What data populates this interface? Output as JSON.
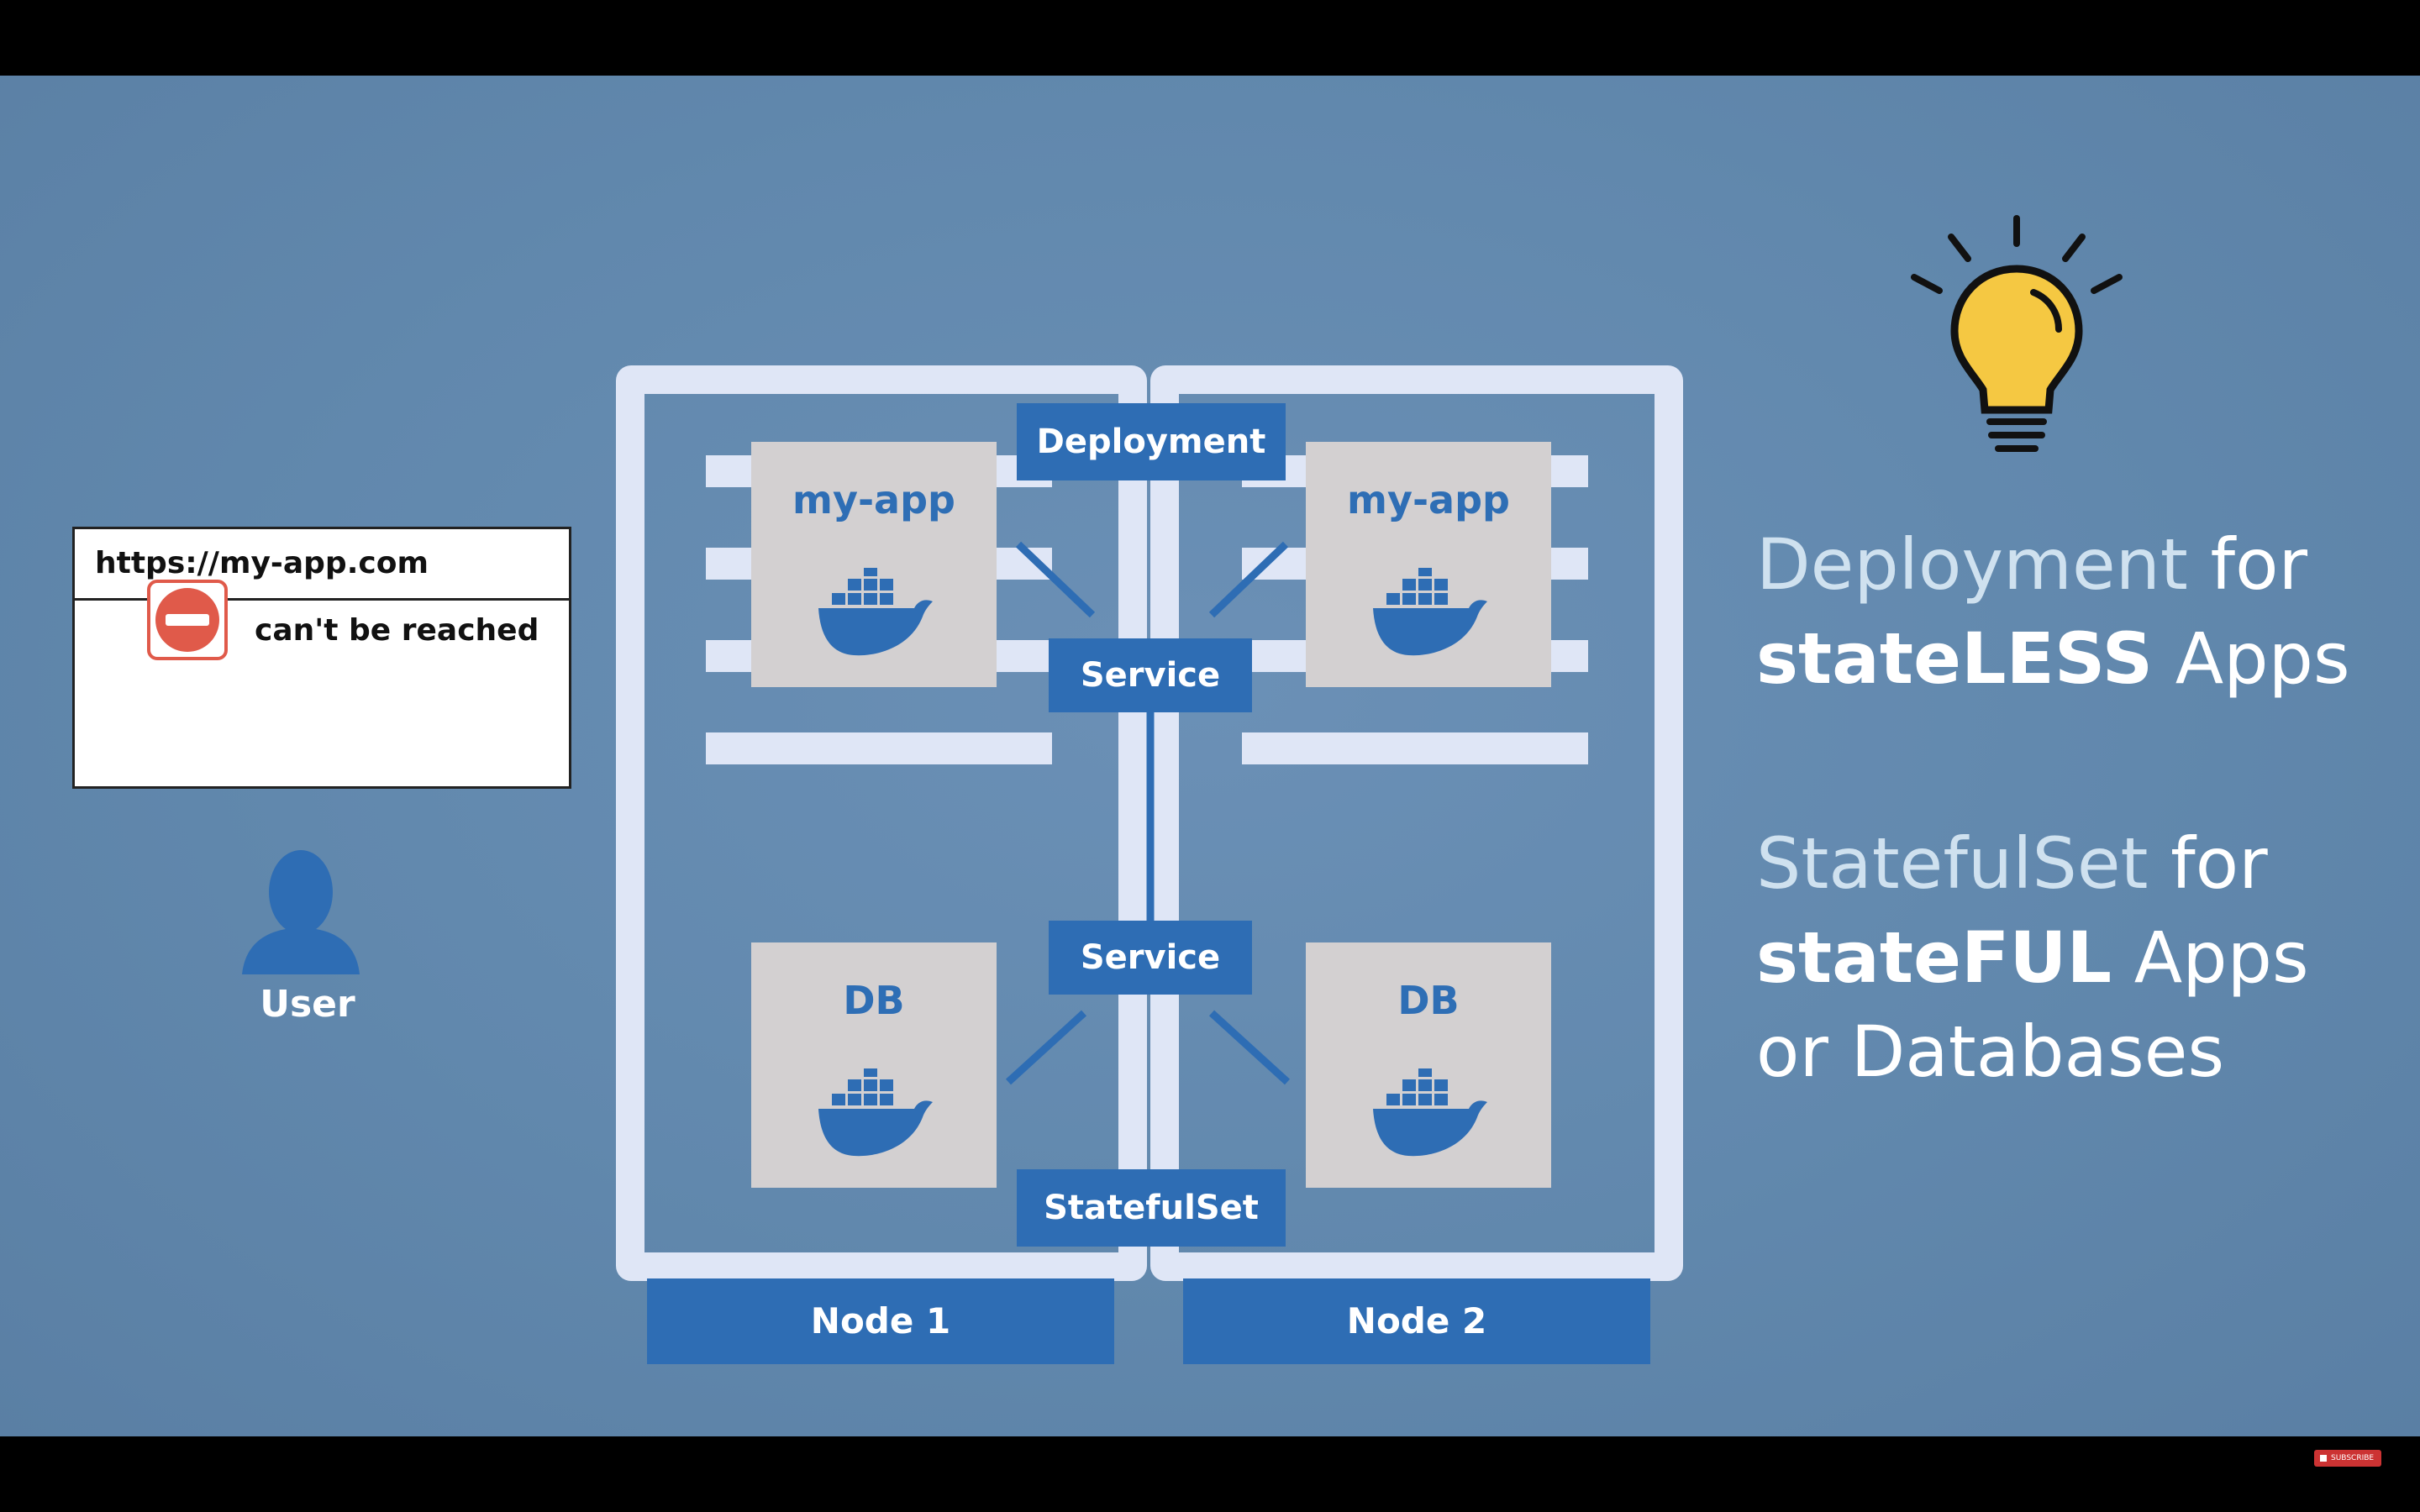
{
  "browser": {
    "url": "https://my-app.com",
    "error_text": "can't be reached",
    "error_icon": "no-entry-icon"
  },
  "user": {
    "label": "User",
    "icon": "user-silhouette-icon"
  },
  "diagram": {
    "deployment_label": "Deployment",
    "service_top_label": "Service",
    "service_bottom_label": "Service",
    "statefulset_label": "StatefulSet",
    "pods": {
      "app_left": "my-app",
      "app_right": "my-app",
      "db_left": "DB",
      "db_right": "DB"
    },
    "nodes": [
      "Node 1",
      "Node 2"
    ]
  },
  "headline": {
    "line1_term": "Deployment",
    "line1_rest": " for",
    "line2_bold": "stateLESS",
    "line2_rest": " Apps",
    "line3_term": "StatefulSet",
    "line3_rest": " for",
    "line4_bold": "stateFUL",
    "line4_rest": " Apps",
    "line5": "or Databases",
    "icon": "lightbulb-icon"
  },
  "colors": {
    "background": "#6188ad",
    "node_frame": "#dfe6f6",
    "tag_blue": "#2e6db4",
    "pod_grey": "#d3d0d1",
    "bulb_yellow": "#f5c842"
  },
  "player": {
    "subscribe": "SUBSCRIBE"
  }
}
